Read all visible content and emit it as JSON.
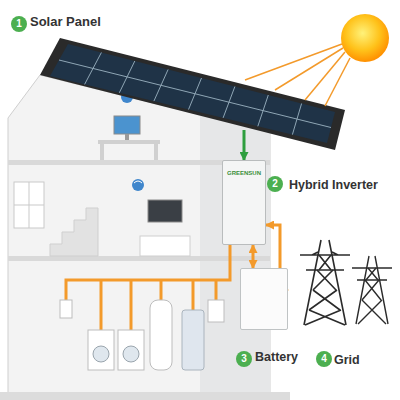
{
  "diagram": {
    "nodes": [
      {
        "text": [
          "Solar Panel"
        ]
      },
      {
        "text": [
          "GREENSUN",
          "Hybrid Inverter"
        ]
      },
      {
        "text": [
          "Battery"
        ]
      },
      {
        "text": [
          "Grid"
        ]
      }
    ],
    "edges": [
      {
        "from": 0,
        "to": 1,
        "arrow": "to"
      },
      {
        "from": 1,
        "to": 2,
        "arrow": "both"
      },
      {
        "from": 1,
        "to": 3,
        "arrow": "both"
      }
    ],
    "labels": [
      "1",
      "2",
      "3",
      "4"
    ]
  }
}
